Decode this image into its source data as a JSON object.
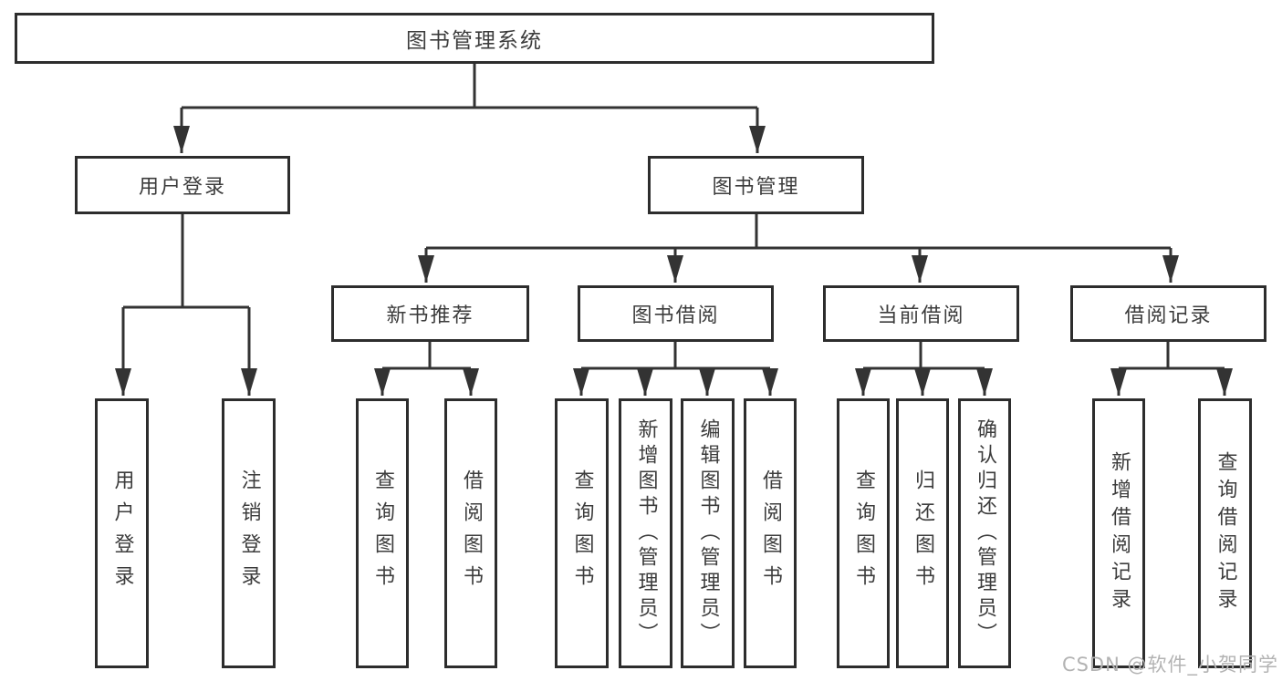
{
  "diagram_title": "图书管理系统",
  "colors": {
    "line": "#333333",
    "box_border": "#2d2d2d",
    "text": "#3c3c3c",
    "background": "#ffffff",
    "watermark": "#b3b3b3"
  },
  "nodes": {
    "root": "图书管理系统",
    "user_login": "用户登录",
    "book_mgmt": "图书管理",
    "new_book_rec": "新书推荐",
    "book_borrow": "图书借阅",
    "current_borrow": "当前借阅",
    "borrow_records": "借阅记录",
    "leaf_user_login": "用户登录",
    "leaf_logout": "注销登录",
    "nb_query_books": "查询图书",
    "nb_borrow_books": "借阅图书",
    "bb_query_books": "查询图书",
    "bb_add_books": "新增图书（管理员）",
    "bb_edit_books": "编辑图书（管理员）",
    "bb_borrow_books": "借阅图书",
    "cb_query_books": "查询图书",
    "cb_return_books": "归还图书",
    "cb_confirm_return": "确认归还（管理员）",
    "br_add_record": "新增借阅记录",
    "br_query_record": "查询借阅记录"
  },
  "watermark": "CSDN @软件_小贺同学"
}
